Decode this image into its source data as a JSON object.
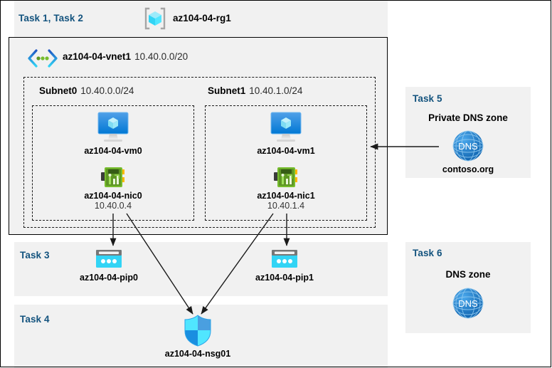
{
  "diagram": {
    "title_band": {
      "task_label": "Task 1, Task 2",
      "resource_group_name": "az104-04-rg1",
      "resource_group_icon": "resource-group-cube-icon"
    },
    "vnet": {
      "icon": "virtual-network-icon",
      "name": "az104-04-vnet1",
      "address_space": "10.40.0.0/20"
    },
    "subnets": [
      {
        "name": "Subnet0",
        "cidr": "10.40.0.0/24",
        "vm": {
          "icon": "virtual-machine-icon",
          "name": "az104-04-vm0"
        },
        "nic": {
          "icon": "network-interface-icon",
          "name": "az104-04-nic0",
          "ip": "10.40.0.4"
        }
      },
      {
        "name": "Subnet1",
        "cidr": "10.40.1.0/24",
        "vm": {
          "icon": "virtual-machine-icon",
          "name": "az104-04-vm1"
        },
        "nic": {
          "icon": "network-interface-icon",
          "name": "az104-04-nic1",
          "ip": "10.40.1.4"
        }
      }
    ],
    "task3": {
      "task_label": "Task 3",
      "public_ips": [
        {
          "icon": "public-ip-address-icon",
          "name": "az104-04-pip0"
        },
        {
          "icon": "public-ip-address-icon",
          "name": "az104-04-pip1"
        }
      ]
    },
    "task4": {
      "task_label": "Task 4",
      "nsg": {
        "icon": "network-security-group-shield-icon",
        "name": "az104-04-nsg01"
      }
    },
    "task5": {
      "task_label": "Task 5",
      "heading": "Private DNS zone",
      "icon": "dns-globe-icon",
      "icon_text": "DNS",
      "zone_name": "contoso.org"
    },
    "task6": {
      "task_label": "Task 6",
      "heading": "DNS zone",
      "icon": "dns-globe-icon",
      "icon_text": "DNS"
    },
    "colors": {
      "task_label_blue": "#13537e",
      "panel_gray": "#f1f1f1",
      "page_white": "#ffffff",
      "border_black": "#000000",
      "azure_blue": "#0078d4",
      "cyan": "#32d4f5",
      "nic_green": "#5e9624",
      "dns_blue": "#1f86d8",
      "arrow_black": "#1a1a1a"
    }
  }
}
